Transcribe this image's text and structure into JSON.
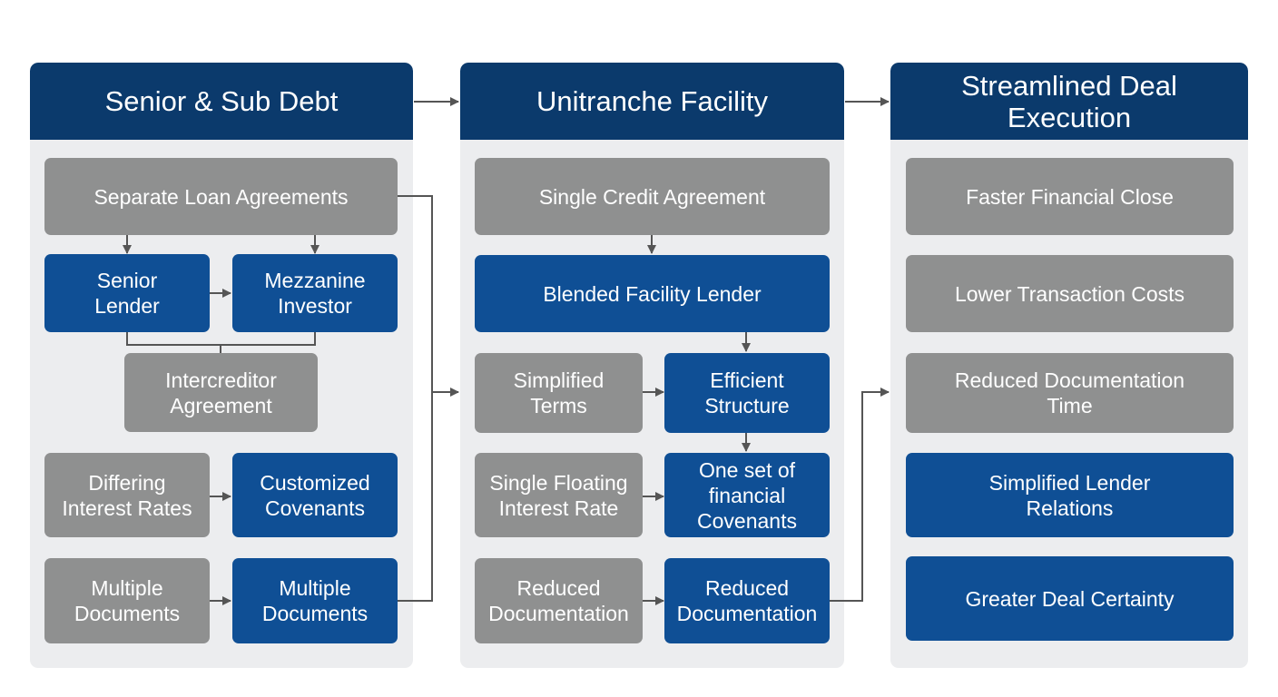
{
  "columns": [
    {
      "header": "Senior & Sub Debt"
    },
    {
      "header": "Unitranche Facility"
    },
    {
      "header": "Streamlined Deal\nExecution"
    }
  ],
  "col1": {
    "separate_loan_agreements": "Separate Loan Agreements",
    "senior_lender": "Senior\nLender",
    "mezzanine_investor": "Mezzanine\nInvestor",
    "intercreditor_agreement": "Intercreditor\nAgreement",
    "differing_interest_rates": "Differing\nInterest Rates",
    "customized_covenants": "Customized\nCovenants",
    "multiple_documents_gray": "Multiple\nDocuments",
    "multiple_documents_blue": "Multiple\nDocuments"
  },
  "col2": {
    "single_credit_agreement": "Single Credit Agreement",
    "blended_facility_lender": "Blended Facility Lender",
    "simplified_terms": "Simplified\nTerms",
    "efficient_structure": "Efficient\nStructure",
    "single_floating_rate": "Single Floating\nInterest Rate",
    "one_set_covenants": "One set of\nfinancial\nCovenants",
    "reduced_documentation_gray": "Reduced\nDocumentation",
    "reduced_documentation_blue": "Reduced\nDocumentation"
  },
  "col3": {
    "faster_financial_close": "Faster Financial Close",
    "lower_transaction_costs": "Lower Transaction Costs",
    "reduced_documentation_time": "Reduced Documentation\nTime",
    "simplified_lender_relations": "Simplified Lender\nRelations",
    "greater_deal_certainty": "Greater Deal Certainty"
  },
  "colors": {
    "header_navy": "#0b3a6c",
    "box_blue": "#0f4f95",
    "box_gray": "#8f9090",
    "panel_bg": "#ecedef",
    "connector": "#555555"
  }
}
